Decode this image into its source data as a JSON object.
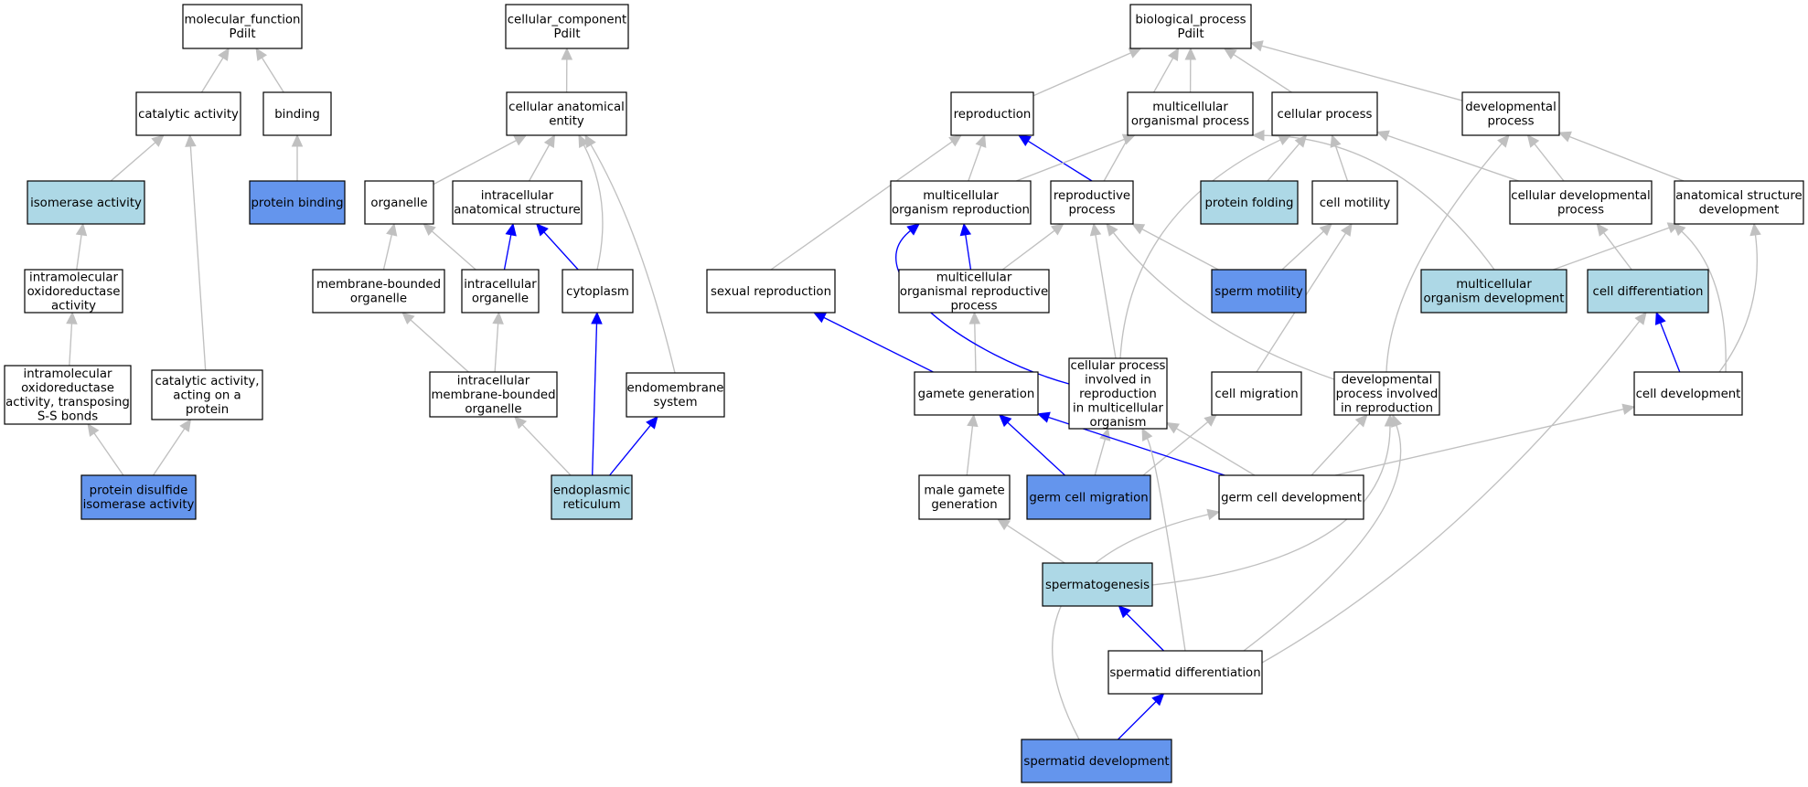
{
  "colors": {
    "default_fill": "#ffffff",
    "light_fill": "#add8e6",
    "dark_fill": "#6495ed",
    "gray_edge": "#c0c0c0",
    "blue_edge": "#0000ff"
  },
  "nodes": [
    {
      "id": "mf",
      "lines": [
        "molecular_function",
        "Pdilt"
      ],
      "fill": "default"
    },
    {
      "id": "cat",
      "lines": [
        "catalytic activity"
      ],
      "fill": "default"
    },
    {
      "id": "bind",
      "lines": [
        "binding"
      ],
      "fill": "default"
    },
    {
      "id": "iso",
      "lines": [
        "isomerase activity"
      ],
      "fill": "light"
    },
    {
      "id": "pbind",
      "lines": [
        "protein binding"
      ],
      "fill": "dark"
    },
    {
      "id": "intraox",
      "lines": [
        "intramolecular",
        "oxidoreductase",
        "activity"
      ],
      "fill": "default"
    },
    {
      "id": "intraoxss",
      "lines": [
        "intramolecular",
        "oxidoreductase",
        "activity, transposing",
        "S-S bonds"
      ],
      "fill": "default"
    },
    {
      "id": "catprot",
      "lines": [
        "catalytic activity,",
        "acting on a",
        "protein"
      ],
      "fill": "default"
    },
    {
      "id": "pdi",
      "lines": [
        "protein disulfide",
        "isomerase activity"
      ],
      "fill": "dark"
    },
    {
      "id": "cc",
      "lines": [
        "cellular_component",
        "Pdilt"
      ],
      "fill": "default"
    },
    {
      "id": "cae",
      "lines": [
        "cellular anatomical",
        "entity"
      ],
      "fill": "default"
    },
    {
      "id": "org",
      "lines": [
        "organelle"
      ],
      "fill": "default"
    },
    {
      "id": "ias",
      "lines": [
        "intracellular",
        "anatomical structure"
      ],
      "fill": "default"
    },
    {
      "id": "mbo",
      "lines": [
        "membrane-bounded",
        "organelle"
      ],
      "fill": "default"
    },
    {
      "id": "io",
      "lines": [
        "intracellular",
        "organelle"
      ],
      "fill": "default"
    },
    {
      "id": "cyto",
      "lines": [
        "cytoplasm"
      ],
      "fill": "default"
    },
    {
      "id": "imbo",
      "lines": [
        "intracellular",
        "membrane-bounded",
        "organelle"
      ],
      "fill": "default"
    },
    {
      "id": "endosys",
      "lines": [
        "endomembrane",
        "system"
      ],
      "fill": "default"
    },
    {
      "id": "er",
      "lines": [
        "endoplasmic",
        "reticulum"
      ],
      "fill": "light"
    },
    {
      "id": "bp",
      "lines": [
        "biological_process",
        "Pdilt"
      ],
      "fill": "default"
    },
    {
      "id": "repro",
      "lines": [
        "reproduction"
      ],
      "fill": "default"
    },
    {
      "id": "mop",
      "lines": [
        "multicellular",
        "organismal process"
      ],
      "fill": "default"
    },
    {
      "id": "cp",
      "lines": [
        "cellular process"
      ],
      "fill": "default"
    },
    {
      "id": "dev",
      "lines": [
        "developmental",
        "process"
      ],
      "fill": "default"
    },
    {
      "id": "mor",
      "lines": [
        "multicellular",
        "organism reproduction"
      ],
      "fill": "default"
    },
    {
      "id": "rp",
      "lines": [
        "reproductive",
        "process"
      ],
      "fill": "default"
    },
    {
      "id": "pfold",
      "lines": [
        "protein folding"
      ],
      "fill": "light"
    },
    {
      "id": "cmot",
      "lines": [
        "cell motility"
      ],
      "fill": "default"
    },
    {
      "id": "cdp",
      "lines": [
        "cellular developmental",
        "process"
      ],
      "fill": "default"
    },
    {
      "id": "asd",
      "lines": [
        "anatomical structure",
        "development"
      ],
      "fill": "default"
    },
    {
      "id": "sexrep",
      "lines": [
        "sexual reproduction"
      ],
      "fill": "default"
    },
    {
      "id": "morp",
      "lines": [
        "multicellular",
        "organismal reproductive",
        "process"
      ],
      "fill": "default"
    },
    {
      "id": "smot",
      "lines": [
        "sperm motility"
      ],
      "fill": "dark"
    },
    {
      "id": "mod",
      "lines": [
        "multicellular",
        "organism development"
      ],
      "fill": "light"
    },
    {
      "id": "cdiff",
      "lines": [
        "cell differentiation"
      ],
      "fill": "light"
    },
    {
      "id": "gg",
      "lines": [
        "gamete generation"
      ],
      "fill": "default"
    },
    {
      "id": "cpir",
      "lines": [
        "cellular process",
        "involved in",
        "reproduction",
        "in multicellular",
        "organism"
      ],
      "fill": "default"
    },
    {
      "id": "cmig",
      "lines": [
        "cell migration"
      ],
      "fill": "default"
    },
    {
      "id": "dpir",
      "lines": [
        "developmental",
        "process involved",
        "in reproduction"
      ],
      "fill": "default"
    },
    {
      "id": "cdevt",
      "lines": [
        "cell development"
      ],
      "fill": "default"
    },
    {
      "id": "mgg",
      "lines": [
        "male gamete",
        "generation"
      ],
      "fill": "default"
    },
    {
      "id": "gcm",
      "lines": [
        "germ cell migration"
      ],
      "fill": "dark"
    },
    {
      "id": "gcd",
      "lines": [
        "germ cell development"
      ],
      "fill": "default"
    },
    {
      "id": "sperm",
      "lines": [
        "spermatogenesis"
      ],
      "fill": "light"
    },
    {
      "id": "sdiff",
      "lines": [
        "spermatid differentiation"
      ],
      "fill": "default"
    },
    {
      "id": "sdev",
      "lines": [
        "spermatid development"
      ],
      "fill": "dark"
    }
  ],
  "edges": [
    {
      "from": "cat",
      "to": "mf",
      "color": "gray"
    },
    {
      "from": "bind",
      "to": "mf",
      "color": "gray"
    },
    {
      "from": "iso",
      "to": "cat",
      "color": "gray"
    },
    {
      "from": "catprot",
      "to": "cat",
      "color": "gray"
    },
    {
      "from": "pbind",
      "to": "bind",
      "color": "gray"
    },
    {
      "from": "intraox",
      "to": "iso",
      "color": "gray"
    },
    {
      "from": "intraoxss",
      "to": "intraox",
      "color": "gray"
    },
    {
      "from": "pdi",
      "to": "intraoxss",
      "color": "gray"
    },
    {
      "from": "pdi",
      "to": "catprot",
      "color": "gray"
    },
    {
      "from": "cae",
      "to": "cc",
      "color": "gray"
    },
    {
      "from": "org",
      "to": "cae",
      "color": "gray"
    },
    {
      "from": "ias",
      "to": "cae",
      "color": "gray"
    },
    {
      "from": "cyto",
      "to": "cae",
      "color": "gray"
    },
    {
      "from": "endosys",
      "to": "cae",
      "color": "gray"
    },
    {
      "from": "mbo",
      "to": "org",
      "color": "gray"
    },
    {
      "from": "io",
      "to": "org",
      "color": "gray"
    },
    {
      "from": "io",
      "to": "ias",
      "color": "blue"
    },
    {
      "from": "cyto",
      "to": "ias",
      "color": "blue"
    },
    {
      "from": "imbo",
      "to": "mbo",
      "color": "gray"
    },
    {
      "from": "imbo",
      "to": "io",
      "color": "gray"
    },
    {
      "from": "er",
      "to": "imbo",
      "color": "gray"
    },
    {
      "from": "er",
      "to": "cyto",
      "color": "blue"
    },
    {
      "from": "er",
      "to": "endosys",
      "color": "blue"
    },
    {
      "from": "repro",
      "to": "bp",
      "color": "gray"
    },
    {
      "from": "mop",
      "to": "bp",
      "color": "gray"
    },
    {
      "from": "cp",
      "to": "bp",
      "color": "gray"
    },
    {
      "from": "dev",
      "to": "bp",
      "color": "gray"
    },
    {
      "from": "rp",
      "to": "bp",
      "color": "gray"
    },
    {
      "from": "rp",
      "to": "repro",
      "color": "blue"
    },
    {
      "from": "mor",
      "to": "repro",
      "color": "gray"
    },
    {
      "from": "mor",
      "to": "mop",
      "color": "gray"
    },
    {
      "from": "sexrep",
      "to": "repro",
      "color": "gray"
    },
    {
      "from": "pfold",
      "to": "cp",
      "color": "gray"
    },
    {
      "from": "cmot",
      "to": "cp",
      "color": "gray"
    },
    {
      "from": "cdp",
      "to": "cp",
      "color": "gray"
    },
    {
      "from": "cdp",
      "to": "dev",
      "color": "gray"
    },
    {
      "from": "asd",
      "to": "dev",
      "color": "gray"
    },
    {
      "from": "morp",
      "to": "mor",
      "color": "blue"
    },
    {
      "from": "morp",
      "to": "rp",
      "color": "gray"
    },
    {
      "from": "smot",
      "to": "rp",
      "color": "gray"
    },
    {
      "from": "smot",
      "to": "cmot",
      "color": "gray"
    },
    {
      "from": "mod",
      "to": "mop",
      "color": "gray"
    },
    {
      "from": "mod",
      "to": "asd",
      "color": "gray"
    },
    {
      "from": "cdiff",
      "to": "cdp",
      "color": "gray"
    },
    {
      "from": "gg",
      "to": "sexrep",
      "color": "blue"
    },
    {
      "from": "gg",
      "to": "morp",
      "color": "gray"
    },
    {
      "from": "cpir",
      "to": "cp",
      "color": "gray"
    },
    {
      "from": "cpir",
      "to": "rp",
      "color": "gray"
    },
    {
      "from": "cpir",
      "to": "mor",
      "color": "blue"
    },
    {
      "from": "cmig",
      "to": "cmot",
      "color": "gray"
    },
    {
      "from": "dpir",
      "to": "rp",
      "color": "gray"
    },
    {
      "from": "dpir",
      "to": "dev",
      "color": "gray"
    },
    {
      "from": "cdevt",
      "to": "cdiff",
      "color": "blue"
    },
    {
      "from": "cdevt",
      "to": "asd",
      "color": "gray"
    },
    {
      "from": "cdevt",
      "to": "cdp",
      "color": "gray"
    },
    {
      "from": "mgg",
      "to": "gg",
      "color": "gray"
    },
    {
      "from": "gcm",
      "to": "gg",
      "color": "blue"
    },
    {
      "from": "gcm",
      "to": "cpir",
      "color": "gray"
    },
    {
      "from": "gcm",
      "to": "cmig",
      "color": "gray"
    },
    {
      "from": "gcd",
      "to": "gg",
      "color": "blue"
    },
    {
      "from": "gcd",
      "to": "cpir",
      "color": "gray"
    },
    {
      "from": "gcd",
      "to": "dpir",
      "color": "gray"
    },
    {
      "from": "gcd",
      "to": "cdevt",
      "color": "gray"
    },
    {
      "from": "sperm",
      "to": "mgg",
      "color": "gray"
    },
    {
      "from": "sperm",
      "to": "dpir",
      "color": "gray"
    },
    {
      "from": "sdiff",
      "to": "sperm",
      "color": "blue"
    },
    {
      "from": "sdiff",
      "to": "cpir",
      "color": "gray"
    },
    {
      "from": "sdiff",
      "to": "dpir",
      "color": "gray"
    },
    {
      "from": "sdiff",
      "to": "cdiff",
      "color": "gray"
    },
    {
      "from": "sdev",
      "to": "sdiff",
      "color": "blue"
    },
    {
      "from": "sdev",
      "to": "gcd",
      "color": "gray"
    }
  ]
}
